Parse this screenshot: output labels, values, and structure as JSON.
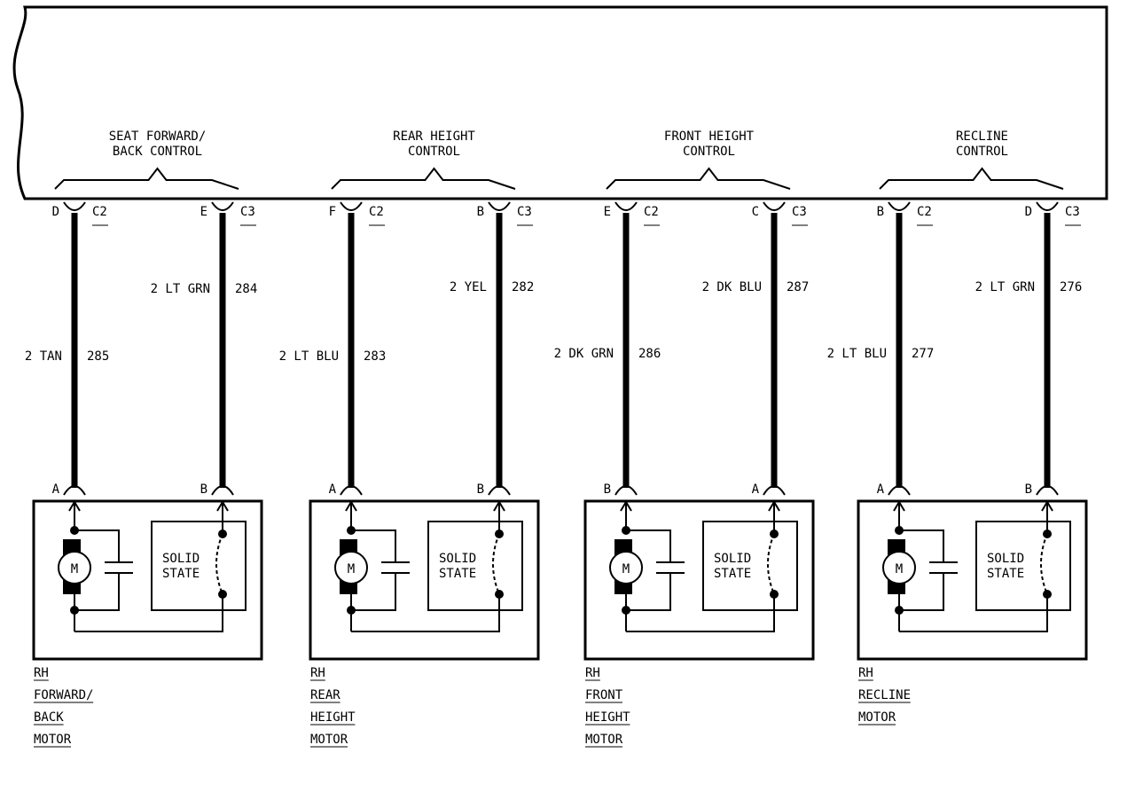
{
  "groups": [
    {
      "control": [
        "SEAT FORWARD/",
        "BACK CONTROL"
      ],
      "pins": [
        {
          "pin": "D",
          "conn": "C2",
          "wire": "2 TAN",
          "circuit": "285",
          "motor_pin": "A"
        },
        {
          "pin": "E",
          "conn": "C3",
          "wire": "2 LT GRN",
          "circuit": "284",
          "motor_pin": "B"
        }
      ],
      "motor_label": [
        "RH",
        "FORWARD/",
        "BACK",
        "MOTOR"
      ]
    },
    {
      "control": [
        "REAR HEIGHT",
        "CONTROL"
      ],
      "pins": [
        {
          "pin": "F",
          "conn": "C2",
          "wire": "2 LT BLU",
          "circuit": "283",
          "motor_pin": "A"
        },
        {
          "pin": "B",
          "conn": "C3",
          "wire": "2 YEL",
          "circuit": "282",
          "motor_pin": "B"
        }
      ],
      "motor_label": [
        "RH",
        "REAR",
        "HEIGHT",
        "MOTOR"
      ]
    },
    {
      "control": [
        "FRONT HEIGHT",
        "CONTROL"
      ],
      "pins": [
        {
          "pin": "E",
          "conn": "C2",
          "wire": "2 DK GRN",
          "circuit": "286",
          "motor_pin": "B"
        },
        {
          "pin": "C",
          "conn": "C3",
          "wire": "2 DK BLU",
          "circuit": "287",
          "motor_pin": "A"
        }
      ],
      "motor_label": [
        "RH",
        "FRONT",
        "HEIGHT",
        "MOTOR"
      ]
    },
    {
      "control": [
        "RECLINE",
        "CONTROL"
      ],
      "pins": [
        {
          "pin": "B",
          "conn": "C2",
          "wire": "2 LT BLU",
          "circuit": "277",
          "motor_pin": "A"
        },
        {
          "pin": "D",
          "conn": "C3",
          "wire": "2 LT GRN",
          "circuit": "276",
          "motor_pin": "B"
        }
      ],
      "motor_label": [
        "RH",
        "RECLINE",
        "MOTOR"
      ]
    }
  ],
  "motor_symbol": "M",
  "solid_state": [
    "SOLID",
    "STATE"
  ]
}
